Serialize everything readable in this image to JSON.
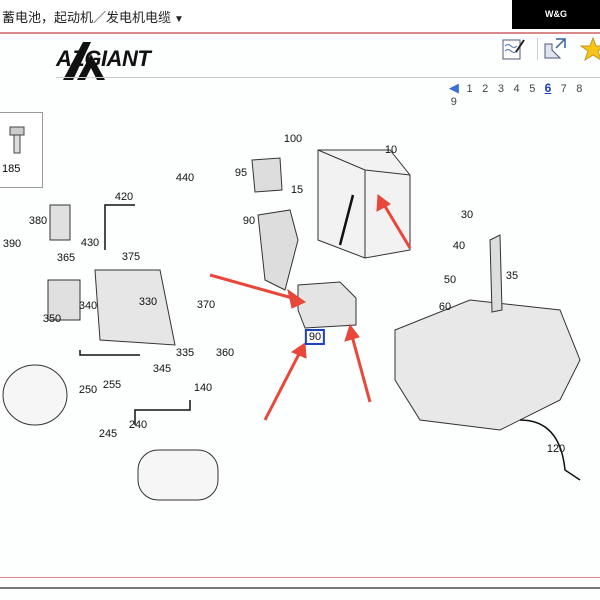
{
  "header": {
    "breadcrumb": "蓄电池，起动机／发电机电缆",
    "dropdown_arrow": "▼",
    "badge": "W&G"
  },
  "logo": {
    "text": "AZGIANT"
  },
  "toolbar": {
    "icons": [
      "notes-edit-icon",
      "image-zoom-icon",
      "favorite-star-icon"
    ]
  },
  "pager": {
    "pages": [
      "1",
      "2",
      "3",
      "4",
      "5",
      "6",
      "7",
      "8",
      "9"
    ],
    "current": "6"
  },
  "sidebox": {
    "label": "185"
  },
  "diagram": {
    "callouts": [
      {
        "id": "c420",
        "text": "420"
      },
      {
        "id": "c440",
        "text": "440"
      },
      {
        "id": "c380",
        "text": "380"
      },
      {
        "id": "c390",
        "text": "390"
      },
      {
        "id": "c430",
        "text": "430"
      },
      {
        "id": "c365",
        "text": "365"
      },
      {
        "id": "c375",
        "text": "375"
      },
      {
        "id": "c340",
        "text": "340"
      },
      {
        "id": "c330",
        "text": "330"
      },
      {
        "id": "c350",
        "text": "350"
      },
      {
        "id": "c370",
        "text": "370"
      },
      {
        "id": "c335",
        "text": "335"
      },
      {
        "id": "c360",
        "text": "360"
      },
      {
        "id": "c345",
        "text": "345"
      },
      {
        "id": "c250",
        "text": "250"
      },
      {
        "id": "c255",
        "text": "255"
      },
      {
        "id": "c140",
        "text": "140"
      },
      {
        "id": "c245",
        "text": "245"
      },
      {
        "id": "c240",
        "text": "240"
      },
      {
        "id": "c100",
        "text": "100"
      },
      {
        "id": "c10",
        "text": "10"
      },
      {
        "id": "c95",
        "text": "95"
      },
      {
        "id": "c15",
        "text": "15"
      },
      {
        "id": "c90a",
        "text": "90"
      },
      {
        "id": "c90b",
        "text": "90"
      },
      {
        "id": "c30",
        "text": "30"
      },
      {
        "id": "c40",
        "text": "40"
      },
      {
        "id": "c35",
        "text": "35"
      },
      {
        "id": "c50",
        "text": "50"
      },
      {
        "id": "c60",
        "text": "60"
      },
      {
        "id": "c120",
        "text": "120"
      }
    ],
    "highlight_color": "#1a3fbf",
    "arrow_color": "#e8473a"
  }
}
